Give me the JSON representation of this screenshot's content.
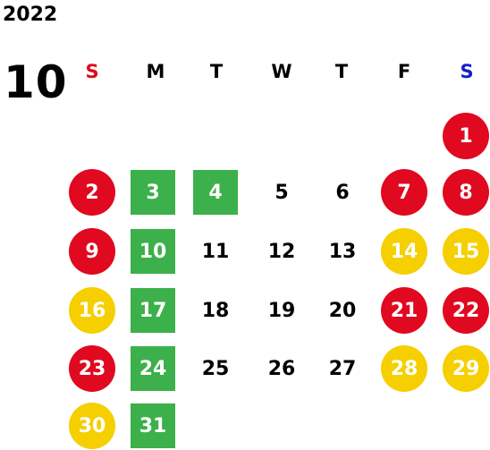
{
  "header": {
    "year": "2022",
    "month": "10"
  },
  "weekdays": [
    "S",
    "M",
    "T",
    "W",
    "T",
    "F",
    "S"
  ],
  "colors": {
    "sunday_label": "#e0091f",
    "saturday_label": "#1421c8",
    "holiday_red": "#e0091f",
    "highlight_yellow": "#f5cf00",
    "highlight_green": "#3cb04a"
  },
  "days": [
    {
      "d": "1",
      "style": "red"
    },
    {
      "d": "2",
      "style": "red"
    },
    {
      "d": "3",
      "style": "green"
    },
    {
      "d": "4",
      "style": "green"
    },
    {
      "d": "5",
      "style": "plain"
    },
    {
      "d": "6",
      "style": "plain"
    },
    {
      "d": "7",
      "style": "red"
    },
    {
      "d": "8",
      "style": "red"
    },
    {
      "d": "9",
      "style": "red"
    },
    {
      "d": "10",
      "style": "green"
    },
    {
      "d": "11",
      "style": "plain"
    },
    {
      "d": "12",
      "style": "plain"
    },
    {
      "d": "13",
      "style": "plain"
    },
    {
      "d": "14",
      "style": "yellow"
    },
    {
      "d": "15",
      "style": "yellow"
    },
    {
      "d": "16",
      "style": "yellow"
    },
    {
      "d": "17",
      "style": "green"
    },
    {
      "d": "18",
      "style": "plain"
    },
    {
      "d": "19",
      "style": "plain"
    },
    {
      "d": "20",
      "style": "plain"
    },
    {
      "d": "21",
      "style": "red"
    },
    {
      "d": "22",
      "style": "red"
    },
    {
      "d": "23",
      "style": "red"
    },
    {
      "d": "24",
      "style": "green"
    },
    {
      "d": "25",
      "style": "plain"
    },
    {
      "d": "26",
      "style": "plain"
    },
    {
      "d": "27",
      "style": "plain"
    },
    {
      "d": "28",
      "style": "yellow"
    },
    {
      "d": "29",
      "style": "yellow"
    },
    {
      "d": "30",
      "style": "yellow"
    },
    {
      "d": "31",
      "style": "green"
    }
  ]
}
